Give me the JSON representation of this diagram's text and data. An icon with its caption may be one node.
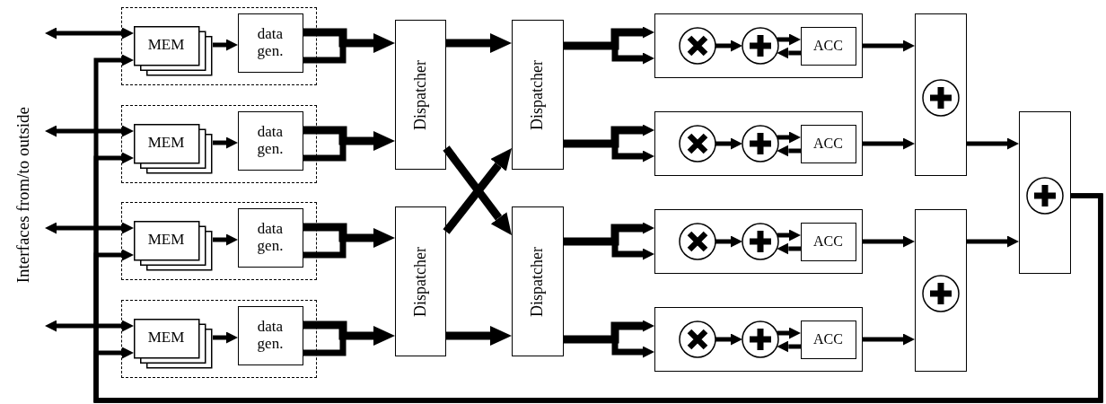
{
  "diagram": {
    "nodes": [
      {
        "text": [],
        "shape": "box"
      },
      {
        "text": [
          "MEM"
        ],
        "in": 0
      },
      {
        "text": [
          "data gen."
        ],
        "in": 0
      },
      {
        "text": [],
        "shape": "box"
      },
      {
        "text": [
          "MEM"
        ],
        "in": 3
      },
      {
        "text": [
          "data gen."
        ],
        "in": 3
      },
      {
        "text": [],
        "shape": "box"
      },
      {
        "text": [
          "MEM"
        ],
        "in": 6
      },
      {
        "text": [
          "data gen."
        ],
        "in": 6
      },
      {
        "text": [],
        "shape": "box"
      },
      {
        "text": [
          "MEM"
        ],
        "in": 9
      },
      {
        "text": [
          "data gen."
        ],
        "in": 9
      },
      {
        "text": [
          "Dispatcher"
        ]
      },
      {
        "text": [
          "Dispatcher"
        ]
      },
      {
        "text": [
          "Dispatcher"
        ]
      },
      {
        "text": [
          "Dispatcher"
        ]
      },
      {
        "text": [],
        "shape": "box"
      },
      {
        "text": [],
        "shape": "circle",
        "in": 16
      },
      {
        "text": [],
        "shape": "circle",
        "in": 16
      },
      {
        "text": [
          "ACC"
        ],
        "in": 16
      },
      {
        "text": [],
        "shape": "box"
      },
      {
        "text": [],
        "shape": "circle",
        "in": 20
      },
      {
        "text": [],
        "shape": "circle",
        "in": 20
      },
      {
        "text": [
          "ACC"
        ],
        "in": 20
      },
      {
        "text": [],
        "shape": "box"
      },
      {
        "text": [],
        "shape": "circle",
        "in": 24
      },
      {
        "text": [],
        "shape": "circle",
        "in": 24
      },
      {
        "text": [
          "ACC"
        ],
        "in": 24
      },
      {
        "text": [],
        "shape": "box"
      },
      {
        "text": [],
        "shape": "circle",
        "in": 28
      },
      {
        "text": [],
        "shape": "circle",
        "in": 28
      },
      {
        "text": [
          "ACC"
        ],
        "in": 28
      },
      {
        "text": [],
        "shape": "box"
      },
      {
        "text": [],
        "shape": "circle",
        "in": 32
      },
      {
        "text": [],
        "shape": "box"
      },
      {
        "text": [],
        "shape": "circle",
        "in": 34
      },
      {
        "text": [],
        "shape": "box"
      },
      {
        "text": [],
        "shape": "circle",
        "in": 36
      }
    ],
    "edges": [
      {
        "from": null,
        "to": 1,
        "arrow": "both"
      },
      {
        "from": null,
        "to": 4,
        "arrow": "both"
      },
      {
        "from": null,
        "to": 7,
        "arrow": "both"
      },
      {
        "from": null,
        "to": 10,
        "arrow": "both"
      },
      {
        "from": 36,
        "to": 1,
        "arrow": "to"
      },
      {
        "from": 36,
        "to": 4,
        "arrow": "to"
      },
      {
        "from": 36,
        "to": 7,
        "arrow": "to"
      },
      {
        "from": 36,
        "to": 10,
        "arrow": "to"
      },
      {
        "from": 1,
        "to": 2,
        "arrow": "to"
      },
      {
        "from": 4,
        "to": 5,
        "arrow": "to"
      },
      {
        "from": 7,
        "to": 8,
        "arrow": "to"
      },
      {
        "from": 10,
        "to": 11,
        "arrow": "to"
      },
      {
        "from": 2,
        "to": 12,
        "arrow": "to",
        "style": "thick"
      },
      {
        "from": 5,
        "to": 12,
        "arrow": "to",
        "style": "thick"
      },
      {
        "from": 8,
        "to": 14,
        "arrow": "to",
        "style": "thick"
      },
      {
        "from": 11,
        "to": 14,
        "arrow": "to",
        "style": "thick"
      },
      {
        "from": 12,
        "to": 13,
        "arrow": "to",
        "style": "thick"
      },
      {
        "from": 12,
        "to": 15,
        "arrow": "to",
        "style": "thick"
      },
      {
        "from": 14,
        "to": 13,
        "arrow": "to",
        "style": "thick"
      },
      {
        "from": 14,
        "to": 15,
        "arrow": "to",
        "style": "thick"
      },
      {
        "from": 13,
        "to": 16,
        "arrow": "to",
        "style": "thick"
      },
      {
        "from": 13,
        "to": 20,
        "arrow": "to",
        "style": "thick"
      },
      {
        "from": 15,
        "to": 24,
        "arrow": "to",
        "style": "thick"
      },
      {
        "from": 15,
        "to": 28,
        "arrow": "to",
        "style": "thick"
      },
      {
        "from": 17,
        "to": 18,
        "arrow": "to"
      },
      {
        "from": 18,
        "to": 19,
        "arrow": "to"
      },
      {
        "from": 19,
        "to": 18,
        "arrow": "to"
      },
      {
        "from": 21,
        "to": 22,
        "arrow": "to"
      },
      {
        "from": 22,
        "to": 23,
        "arrow": "to"
      },
      {
        "from": 23,
        "to": 22,
        "arrow": "to"
      },
      {
        "from": 25,
        "to": 26,
        "arrow": "to"
      },
      {
        "from": 26,
        "to": 27,
        "arrow": "to"
      },
      {
        "from": 27,
        "to": 26,
        "arrow": "to"
      },
      {
        "from": 29,
        "to": 30,
        "arrow": "to"
      },
      {
        "from": 30,
        "to": 31,
        "arrow": "to"
      },
      {
        "from": 31,
        "to": 30,
        "arrow": "to"
      },
      {
        "from": 16,
        "to": 32,
        "arrow": "to"
      },
      {
        "from": 20,
        "to": 32,
        "arrow": "to"
      },
      {
        "from": 24,
        "to": 34,
        "arrow": "to"
      },
      {
        "from": 28,
        "to": 34,
        "arrow": "to"
      },
      {
        "from": 32,
        "to": 36,
        "arrow": "to"
      },
      {
        "from": 34,
        "to": 36,
        "arrow": "to"
      }
    ],
    "labels": [
      "Interfaces from/to outside"
    ]
  }
}
